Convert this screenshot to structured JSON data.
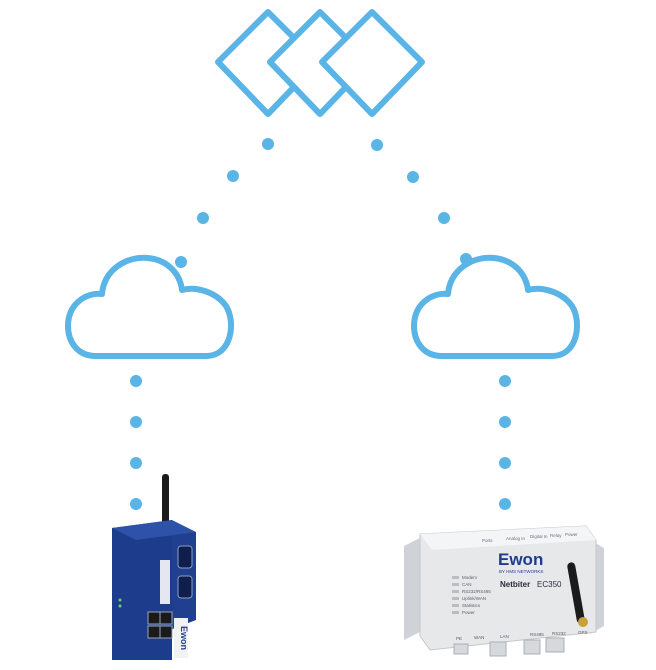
{
  "colors": {
    "accent": "#5ab4e6",
    "device_blue": "#1e3c8c",
    "device_grey": "#e6e8ea"
  },
  "icons": {
    "top": "talk2m-federation-icon",
    "left_cloud": "cloud-icon",
    "right_cloud": "cloud-icon"
  },
  "devices": {
    "left": {
      "brand": "Ewon"
    },
    "right": {
      "brand": "Ewon",
      "brand_tagline": "BY HMS NETWORKS",
      "model_prefix": "Netbiter",
      "model": "EC350",
      "leds": [
        "Modem",
        "CAN",
        "RS232/RS485",
        "Uplink/WAN",
        "Statistics",
        "Power"
      ],
      "ports": [
        "PE",
        "WAN",
        "LAN",
        "RS485",
        "RS232",
        "GPS"
      ],
      "top_labels": [
        "Ports",
        "Analog In",
        "Digital In",
        "Relay",
        "Power"
      ]
    }
  }
}
